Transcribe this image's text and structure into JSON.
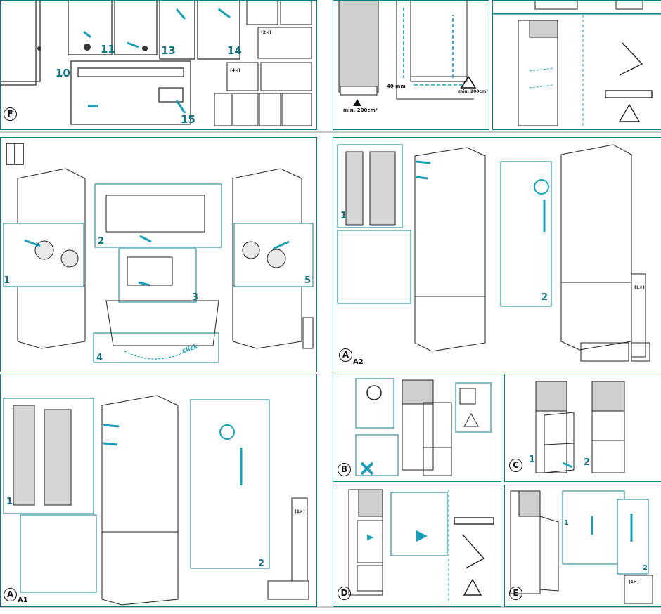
{
  "panels": {
    "F": {
      "letter": "F",
      "steps": [
        "10",
        "11",
        "13",
        "14",
        "15"
      ]
    },
    "A1": {
      "letter": "A",
      "sub": "A1",
      "steps": [
        "1",
        "2"
      ]
    },
    "A2": {
      "letter": "A",
      "sub": "A2",
      "steps": [
        "1",
        "2"
      ]
    },
    "B": {
      "letter": "B"
    },
    "C": {
      "letter": "C",
      "steps": [
        "1",
        "2"
      ]
    },
    "D": {
      "letter": "D"
    },
    "E": {
      "letter": "E",
      "steps": [
        "1",
        "2"
      ]
    },
    "hinge": {
      "steps": [
        "1",
        "2",
        "3",
        "4",
        "5"
      ],
      "click": "click"
    }
  },
  "ventilation": {
    "bottom": "min. 200cm²",
    "side": "min. 200cm²",
    "gap": "40 mm"
  },
  "quantities": {
    "x1": "(1×)",
    "x2": "(2×)",
    "x4": "(4×)"
  },
  "icons": [
    "warning-triangle-icon",
    "screwdriver-icon",
    "screw-icon",
    "spirit-level-icon",
    "square-ruler-icon",
    "plug-icon",
    "socket-icon",
    "door-reverse-icon"
  ],
  "colors": {
    "accent": "#1a9fb8",
    "border": "#0b7a8c",
    "line": "#222222"
  }
}
